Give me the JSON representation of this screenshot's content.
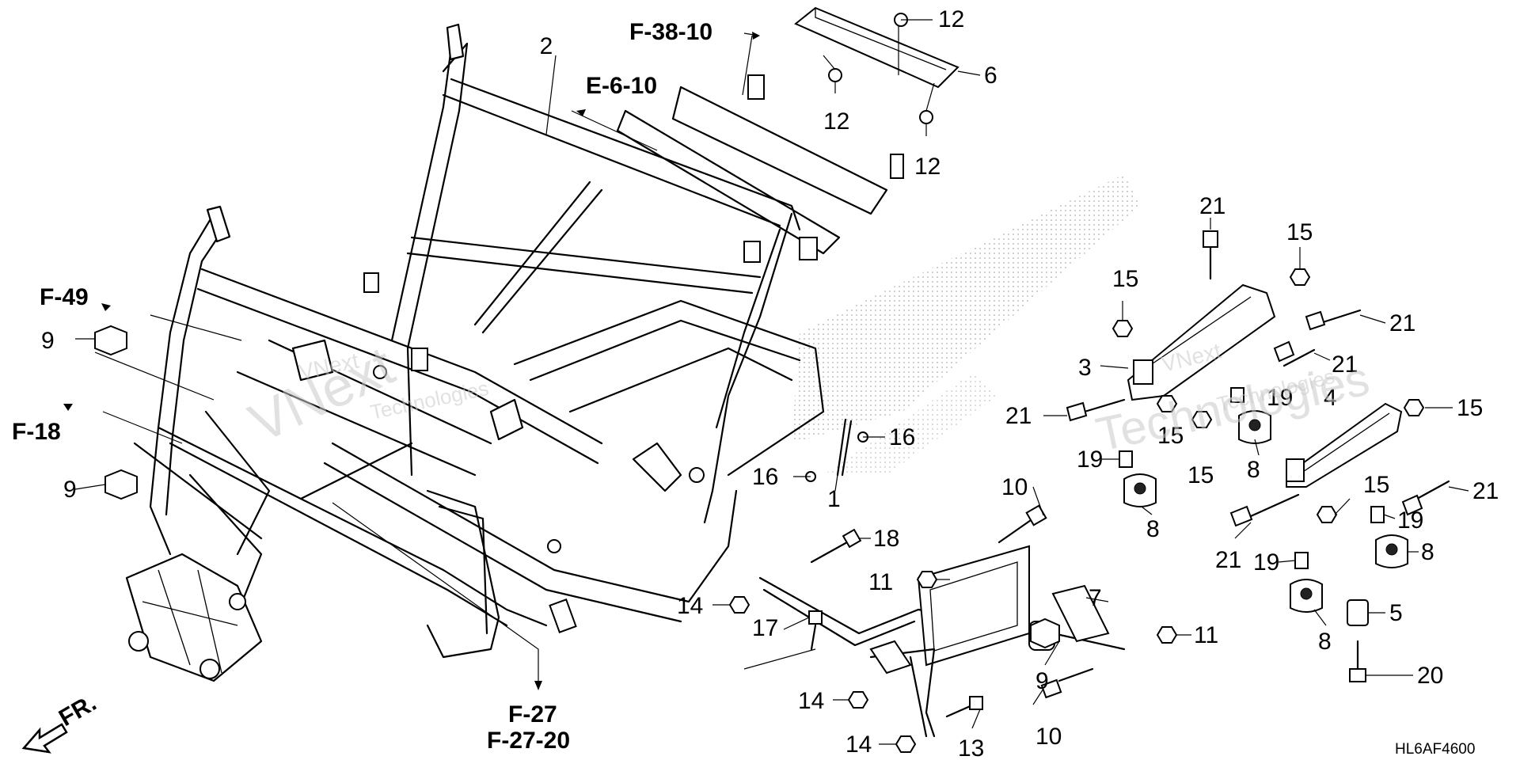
{
  "diagram_code": "HL6AF4600",
  "watermark_lines": [
    "VNext",
    "Technologies"
  ],
  "direction_label": "FR.",
  "refs": {
    "f38_10": "F-38-10",
    "e6_10": "E-6-10",
    "f49": "F-49",
    "f18": "F-18",
    "f27": "F-27",
    "f27_20": "F-27-20"
  },
  "callouts": {
    "c1": "1",
    "c2": "2",
    "c3": "3",
    "c4": "4",
    "c5": "5",
    "c6": "6",
    "c7": "7",
    "c8a": "8",
    "c8b": "8",
    "c8c": "8",
    "c8d": "8",
    "c9a": "9",
    "c9b": "9",
    "c9c": "9",
    "c10a": "10",
    "c10b": "10",
    "c11a": "11",
    "c11b": "11",
    "c12a": "12",
    "c12b": "12",
    "c12c": "12",
    "c13": "13",
    "c14a": "14",
    "c14b": "14",
    "c14c": "14",
    "c15a": "15",
    "c15b": "15",
    "c15c": "15",
    "c15d": "15",
    "c15e": "15",
    "c15f": "15",
    "c16a": "16",
    "c16b": "16",
    "c17": "17",
    "c18": "18",
    "c19a": "19",
    "c19b": "19",
    "c19c": "19",
    "c19d": "19",
    "c20": "20",
    "c21a": "21",
    "c21b": "21",
    "c21c": "21",
    "c21d": "21",
    "c21e": "21",
    "c21f": "21"
  }
}
